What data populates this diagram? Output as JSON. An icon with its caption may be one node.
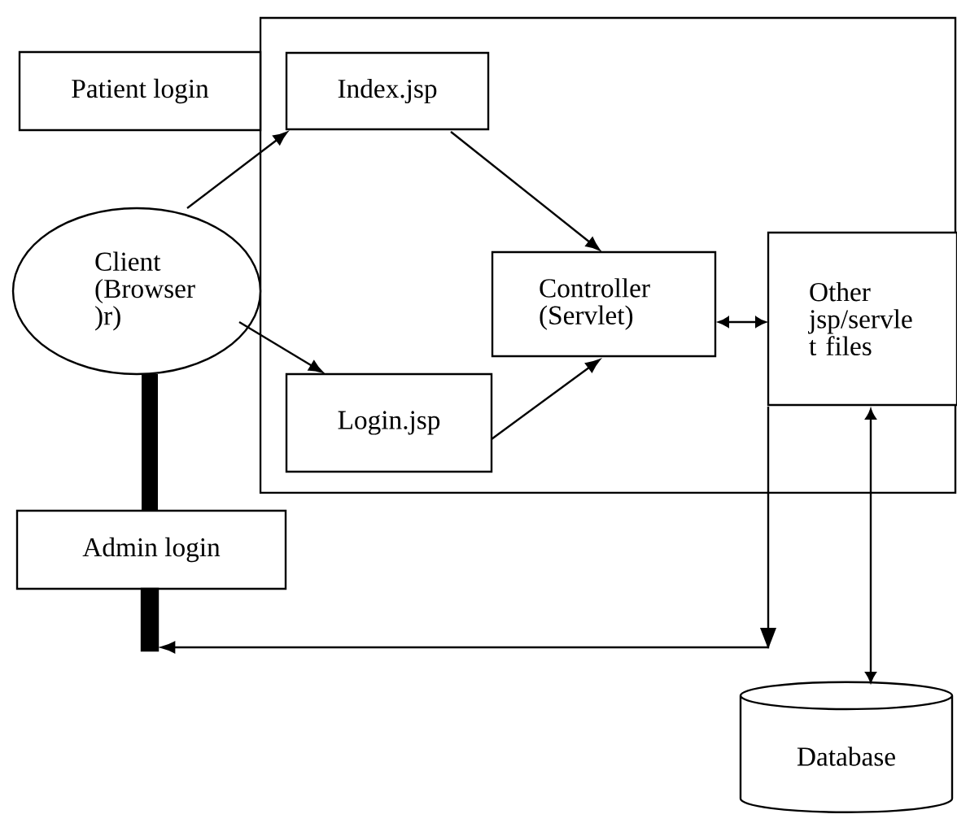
{
  "diagram": {
    "nodes": [
      {
        "text": [],
        "shape": "box"
      },
      {
        "text": [
          "Patient login"
        ]
      },
      {
        "text": [
          "Index.jsp"
        ],
        "in": 0
      },
      {
        "text": [
          "Client (Browser )r)"
        ]
      },
      {
        "text": [
          "Controller (Servlet)"
        ],
        "in": 0
      },
      {
        "text": [
          "Other jsp/servle t files"
        ],
        "in": 0
      },
      {
        "text": [
          "Login.jsp"
        ],
        "in": 0
      },
      {
        "text": [
          "Admin login"
        ]
      },
      {
        "text": [],
        "shape": "bar"
      },
      {
        "text": [
          "Database"
        ]
      }
    ],
    "edges": [
      {
        "from": 3,
        "to": 2,
        "arrow": "to"
      },
      {
        "from": 3,
        "to": 6,
        "arrow": "to"
      },
      {
        "from": 2,
        "to": 4,
        "arrow": "to"
      },
      {
        "from": 6,
        "to": 4,
        "arrow": "to"
      },
      {
        "from": 4,
        "to": 5,
        "arrow": "both"
      },
      {
        "from": 5,
        "to": 9,
        "arrow": "both"
      },
      {
        "from": 3,
        "to": 7,
        "arrow": "none",
        "style": "thick"
      },
      {
        "from": 5,
        "to": 8,
        "arrow": "to"
      }
    ]
  }
}
